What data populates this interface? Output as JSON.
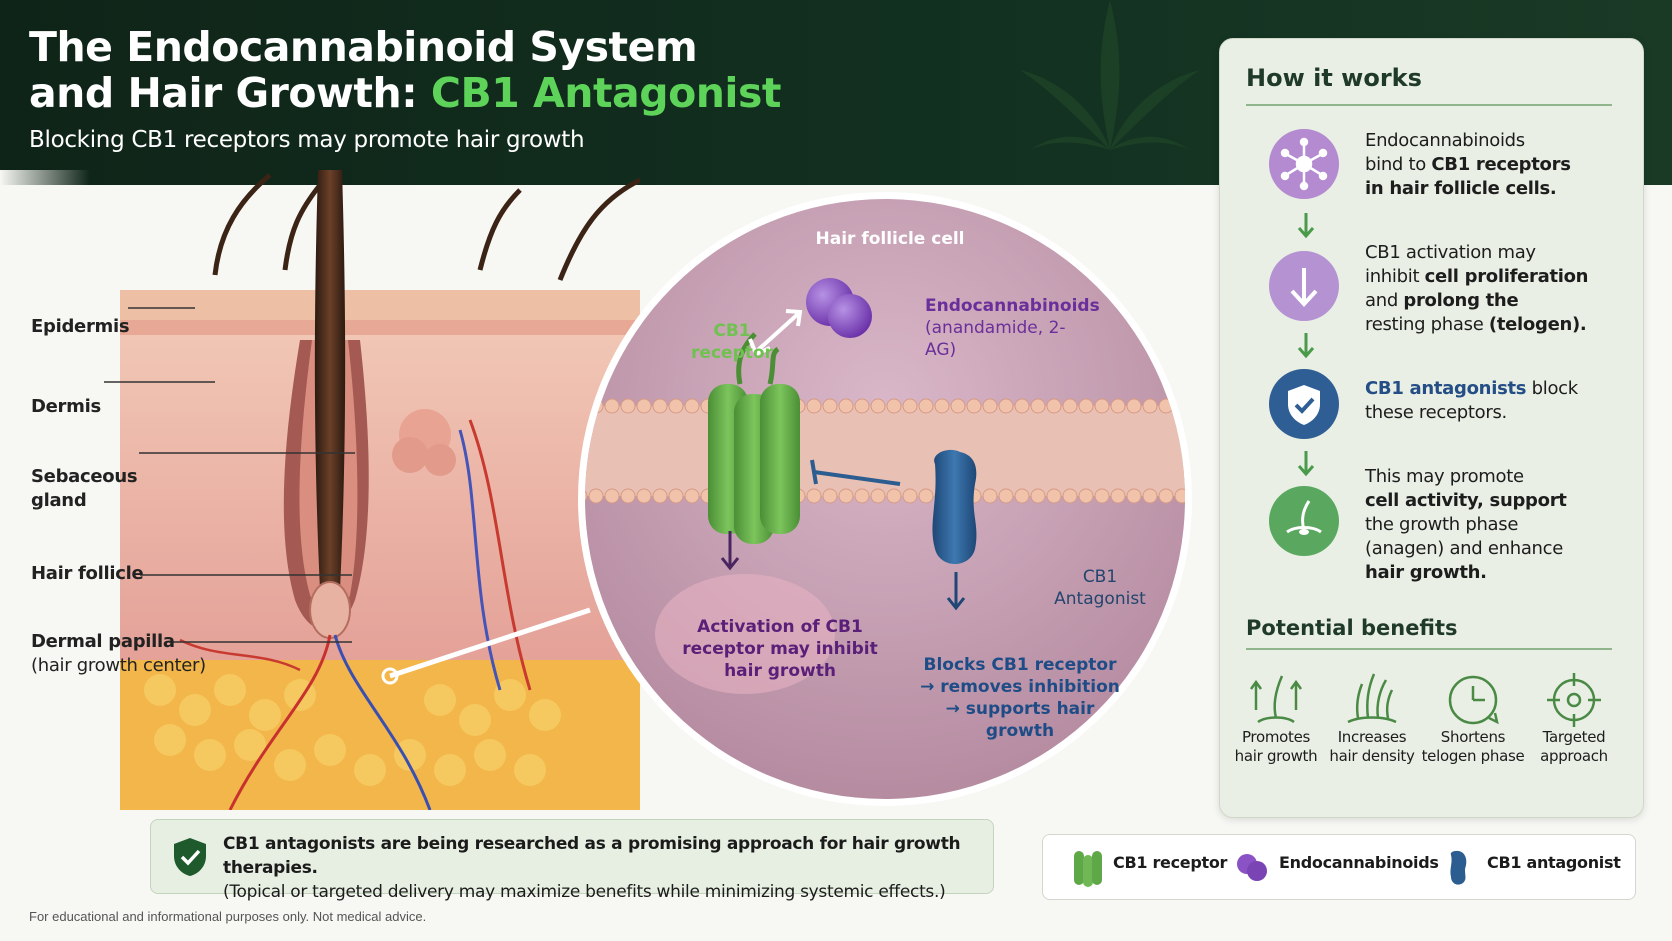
{
  "header": {
    "title_line1": "The Endocannabinoid System",
    "title_line2_prefix": "and Hair Growth: ",
    "title_accent": "CB1 Antagonist",
    "subtitle": "Blocking CB1 receptors may promote hair growth"
  },
  "skin_labels": [
    {
      "text": "Epidermis",
      "sub": ""
    },
    {
      "text": "Dermis",
      "sub": ""
    },
    {
      "text": "Sebaceous",
      "text2": "gland"
    },
    {
      "text": "Hair follicle",
      "sub": ""
    },
    {
      "text": "Dermal papilla",
      "sub": "(hair growth center)"
    }
  ],
  "zoom": {
    "cell_label": "Hair follicle cell",
    "cb1_label_1": "CB1",
    "cb1_label_2": "receptor",
    "endo_label_1": "Endocannabinoids",
    "endo_label_2": "(anandamide, 2-AG)",
    "activation_1": "Activation of CB1",
    "activation_2": "receptor may inhibit",
    "activation_3": "hair growth",
    "antag_label_1": "CB1",
    "antag_label_2": "Antagonist",
    "blocks_1": "Blocks CB1 receptor",
    "blocks_2": "→ removes inhibition",
    "blocks_3": "→ supports hair growth"
  },
  "how_it_works": {
    "heading": "How it works",
    "steps": [
      {
        "icon": "molecule-icon",
        "color": "#b48ad0",
        "l1": "Endocannabinoids",
        "l2a": "bind to ",
        "l2b": "CB1 receptors",
        "l3": "in hair follicle cells."
      },
      {
        "icon": "down-arrow-icon",
        "color": "#b592d2",
        "l1": "CB1 activation may",
        "l2a": "inhibit ",
        "l2b": "cell proliferation",
        "l3a": "and ",
        "l3b": "prolong the",
        "l4a": "resting phase ",
        "l4b": "(telogen)."
      },
      {
        "icon": "shield-check-icon",
        "color": "#2e5e94",
        "l1a": "CB1 antagonists",
        "l1b": " block",
        "l2": "these receptors."
      },
      {
        "icon": "hair-sprout-icon",
        "color": "#5aa860",
        "l1": "This may promote",
        "l2": "cell activity, support",
        "l3": "the growth phase",
        "l4": "(anagen) and enhance",
        "l5": "hair growth."
      }
    ]
  },
  "benefits": {
    "heading": "Potential benefits",
    "items": [
      {
        "icon": "hair-growth-icon",
        "l1": "Promotes",
        "l2": "hair growth"
      },
      {
        "icon": "hair-density-icon",
        "l1": "Increases",
        "l2": "hair density"
      },
      {
        "icon": "clock-icon",
        "l1": "Shortens",
        "l2": "telogen phase"
      },
      {
        "icon": "target-icon",
        "l1": "Targeted",
        "l2": "approach"
      }
    ]
  },
  "note": {
    "line1": "CB1 antagonists are being researched as a promising approach for hair growth therapies.",
    "line2": "(Topical or targeted delivery may maximize benefits while minimizing systemic effects.)"
  },
  "legend": {
    "cb1": "CB1 receptor",
    "endo": "Endocannabinoids",
    "antagonist": "CB1 antagonist"
  },
  "disclaimer": "For educational and informational purposes only. Not medical advice.",
  "colors": {
    "header_bg": "#123020",
    "accent_green": "#5ed35a",
    "receptor_green": "#5fb04a",
    "endocannabinoid_purple": "#8a52c4",
    "antagonist_blue": "#2c5d90"
  }
}
